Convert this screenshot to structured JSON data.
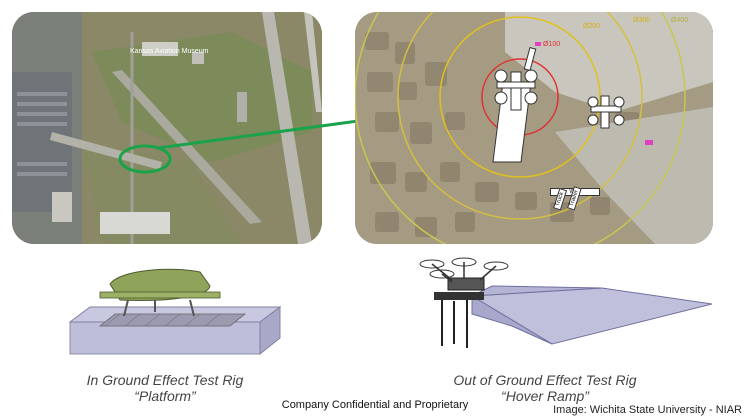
{
  "map_left": {
    "label": "Kansas Aviation Museum"
  },
  "map_right": {
    "ring_labels": [
      "Ø100",
      "Ø200",
      "Ø300",
      "Ø400"
    ],
    "tags": [
      "Wall",
      "Truck",
      "Trailer"
    ]
  },
  "captions": {
    "left_line1": "In Ground Effect Test Rig",
    "left_line2": "“Platform”",
    "right_line1": "Out of Ground Effect Test Rig",
    "right_line2": "“Hover Ramp”"
  },
  "footer": "Company Confidential and Proprietary",
  "credit": "Image: Wichita State University - NIAR",
  "colors": {
    "connector": "#19a34a",
    "ring_inner": "#e03030",
    "ring_mid": "#e0c020",
    "ring_outer": "#c8c850"
  }
}
